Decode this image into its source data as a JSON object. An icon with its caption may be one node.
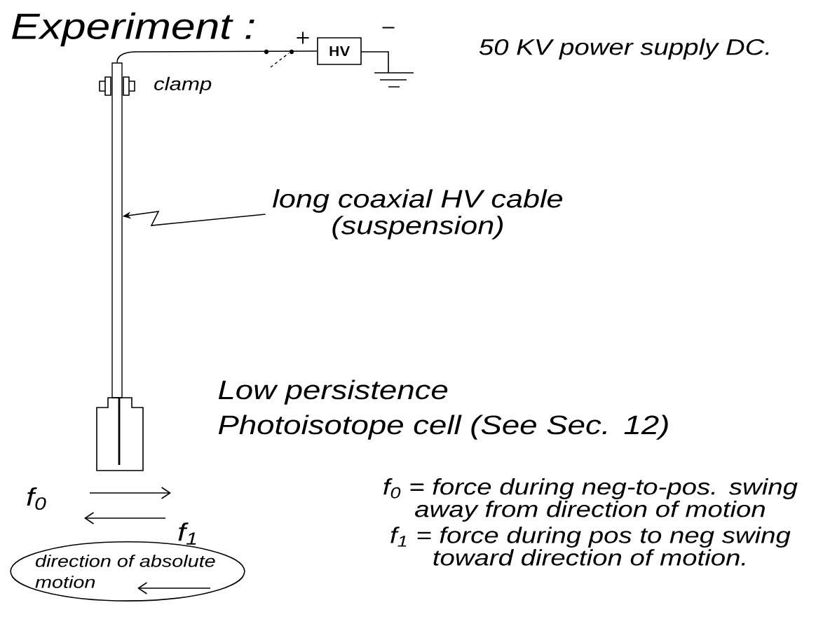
{
  "diagram": {
    "title": "Experiment :",
    "nodes": [
      {
        "text": [
          "HV"
        ]
      },
      {
        "text": [],
        "shape": "bar"
      },
      {
        "text": [
          "long coaxial HV cable (suspension)"
        ]
      },
      {
        "text": [
          "direction of absolute motion"
        ]
      }
    ],
    "edges": [
      {
        "from": 1,
        "to": 0,
        "arrow": "none"
      },
      {
        "from": 2,
        "to": 1,
        "arrow": "to"
      }
    ],
    "labels": [
      "+",
      "−",
      "clamp",
      "50 KV power supply DC.",
      "Low persistence Photoisotope cell (See Sec. 12)",
      "f$_{0}$",
      "f$_{1}$",
      "f$_{0}$ = force during neg-to-pos. swing away from direction of motion",
      "f$_{1}$ = force during pos to neg swing toward direction of motion."
    ]
  }
}
